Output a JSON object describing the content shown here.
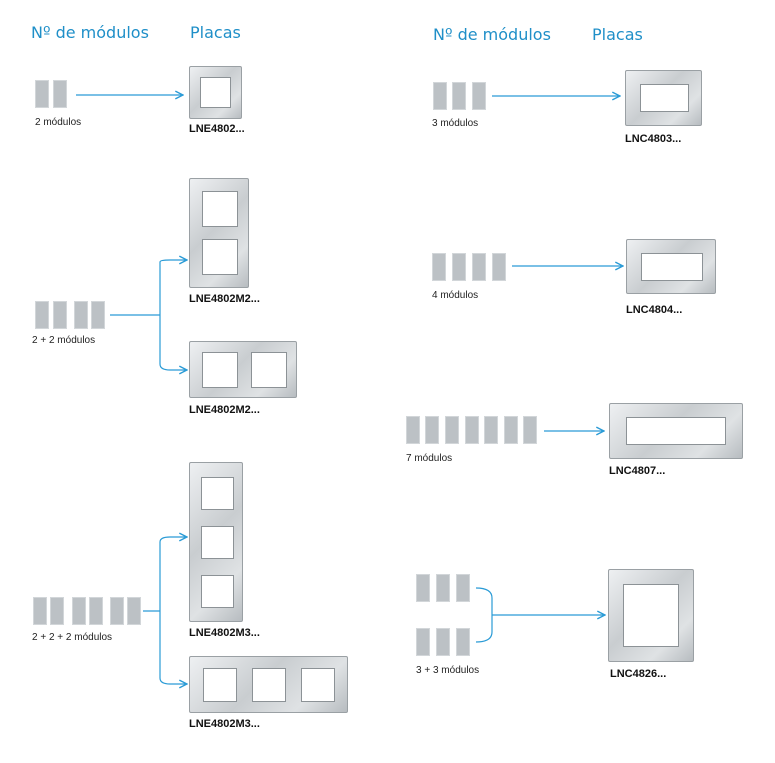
{
  "headers": {
    "modules": "Nº de módulos",
    "plates": "Placas"
  },
  "left": [
    {
      "modules_label": "2 módulos",
      "plates": [
        {
          "code": "LNE4802..."
        }
      ]
    },
    {
      "modules_label": "2 + 2 módulos",
      "plates": [
        {
          "code": "LNE4802M2..."
        },
        {
          "code": "LNE4802M2..."
        }
      ]
    },
    {
      "modules_label": "2 + 2 + 2 módulos",
      "plates": [
        {
          "code": "LNE4802M3..."
        },
        {
          "code": "LNE4802M3..."
        }
      ]
    }
  ],
  "right": [
    {
      "modules_label": "3 módulos",
      "plates": [
        {
          "code": "LNC4803..."
        }
      ]
    },
    {
      "modules_label": "4 módulos",
      "plates": [
        {
          "code": "LNC4804..."
        }
      ]
    },
    {
      "modules_label": "7 módulos",
      "plates": [
        {
          "code": "LNC4807..."
        }
      ]
    },
    {
      "modules_label": "3 + 3 módulos",
      "plates": [
        {
          "code": "LNC4826..."
        }
      ]
    }
  ],
  "colors": {
    "header": "#1f8fc8",
    "connector": "#2a9bd6",
    "module": "#bcc1c5",
    "plate": "#cfd3d6"
  }
}
